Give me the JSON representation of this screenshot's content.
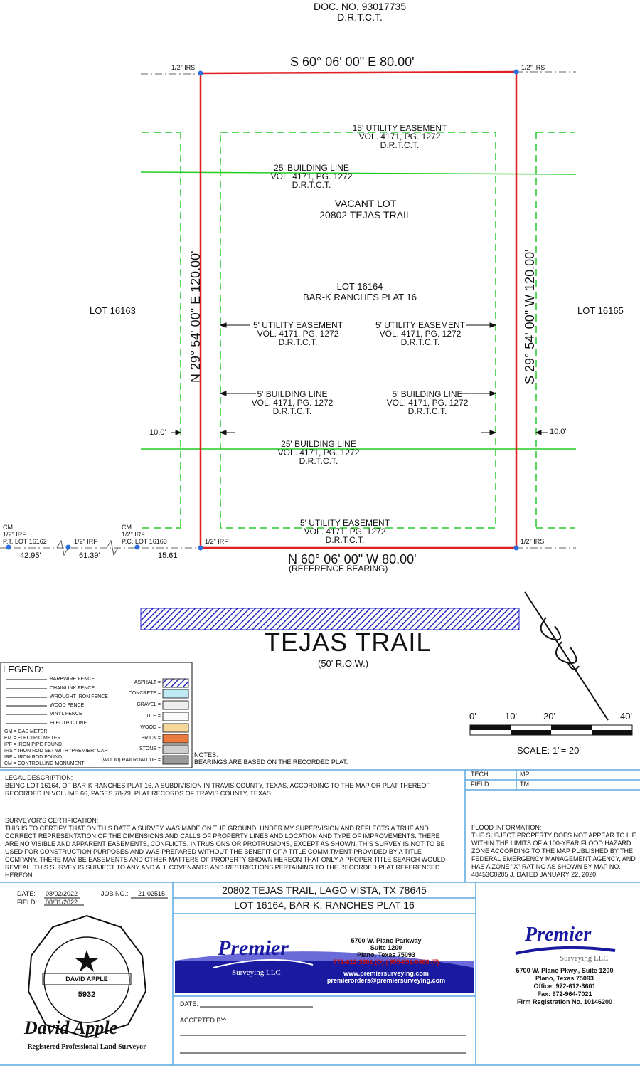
{
  "doc": {
    "line1": "DOC. NO. 93017735",
    "line2": "D.R.T.C.T."
  },
  "bearings": {
    "north": "S 60° 06' 00\" E   80.00'",
    "south": "N 60° 06' 00\" W   80.00'",
    "south_note": "(REFERENCE BEARING)",
    "west": "N 29° 54' 00\" E   120.00'",
    "east": "S 29° 54' 00\" W   120.00'"
  },
  "corners": {
    "nw": "1/2\" IRS",
    "ne": "1/2\" IRS",
    "sw": "1/2\" IRF",
    "se": "1/2\" IRS"
  },
  "easements": {
    "e15": {
      "l1": "15' UTILITY EASEMENT",
      "l2": "VOL. 4171, PG. 1272",
      "l3": "D.R.T.C.T."
    },
    "bl25_top": {
      "l1": "25' BUILDING LINE",
      "l2": "VOL. 4171, PG. 1272",
      "l3": "D.R.T.C.T."
    },
    "ue5_left": {
      "l1": "5' UTILITY EASEMENT",
      "l2": "VOL. 4171, PG. 1272",
      "l3": "D.R.T.C.T."
    },
    "ue5_right": {
      "l1": "5' UTILITY EASEMENT",
      "l2": "VOL. 4171, PG. 1272",
      "l3": "D.R.T.C.T."
    },
    "bl5_left": {
      "l1": "5' BUILDING LINE",
      "l2": "VOL. 4171, PG. 1272",
      "l3": "D.R.T.C.T."
    },
    "bl5_right": {
      "l1": "5' BUILDING LINE",
      "l2": "VOL. 4171, PG. 1272",
      "l3": "D.R.T.C.T."
    },
    "bl25_bottom": {
      "l1": "25' BUILDING LINE",
      "l2": "VOL. 4171, PG. 1272",
      "l3": "D.R.T.C.T."
    },
    "ue5_bottom": {
      "l1": "5' UTILITY EASEMENT",
      "l2": "VOL. 4171, PG. 1272",
      "l3": "D.R.T.C.T."
    }
  },
  "lot": {
    "vacant": "VACANT LOT",
    "address": "20802 TEJAS TRAIL",
    "lot": "LOT 16164",
    "plat": "BAR-K RANCHES PLAT 16"
  },
  "neighbors": {
    "left": "LOT 16163",
    "right": "LOT 16165"
  },
  "offsets": {
    "left": "10.0'",
    "right": "10.0'"
  },
  "monuments": {
    "m1": {
      "l1": "CM",
      "l2": "1/2\" IRF",
      "l3": "P.T. LOT 16162"
    },
    "m2": {
      "l1": "1/2\" IRF"
    },
    "m3": {
      "l1": "CM",
      "l2": "1/2\" IRF",
      "l3": "P.C. LOT 16163"
    },
    "d1": "42.95'",
    "d2": "61.39'",
    "d3": "15.61'"
  },
  "street": {
    "name": "TEJAS TRAIL",
    "row": "(50' R.O.W.)"
  },
  "scale": {
    "ticks": [
      "0'",
      "10'",
      "20'",
      "40'"
    ],
    "label": "SCALE: 1\"= 20'"
  },
  "legend": {
    "title": "LEGEND:",
    "lines": [
      "BARBWIRE FENCE",
      "CHAINLINK FENCE",
      "WROUGHT IRON FENCE",
      "WOOD FENCE",
      "VINYL FENCE",
      "ELECTRIC LINE"
    ],
    "abbrev": [
      "GM = GAS METER",
      "EM = ELECTRIC METER",
      "IPF = IRON PIPE FOUND",
      "IRS = IRON ROD SET WITH \"PREMIER\" CAP",
      "IRF = IRON ROD FOUND",
      "CM = CONTROLLING MONUMENT"
    ],
    "materials": [
      "ASPHALT =",
      "CONCRETE =",
      "GRAVEL =",
      "TILE =",
      "WOOD =",
      "BRICK =",
      "STONE =",
      "(WOOD) RAILROAD TIE ="
    ]
  },
  "notes": {
    "title": "NOTES:",
    "text": "BEARINGS ARE BASED ON THE RECORDED PLAT."
  },
  "legal": {
    "title": "LEGAL DESCRIPTION:",
    "text": "BEING LOT 16164, OF BAR-K RANCHES PLAT 16, A SUBDIVISION IN TRAVIS COUNTY, TEXAS, ACCORDING TO THE MAP OR PLAT THEREOF RECORDED IN VOLUME 66, PAGES 78-79, PLAT RECORDS OF TRAVIS COUNTY, TEXAS."
  },
  "cert": {
    "title": "SURVEYOR'S CERTIFICATION:",
    "text": "THIS IS TO CERTIFY THAT ON THIS DATE A SURVEY WAS MADE ON THE GROUND, UNDER MY SUPERVISION AND REFLECTS A TRUE AND CORRECT REPRESENTATION OF THE DIMENSIONS AND CALLS OF PROPERTY LINES AND LOCATION AND TYPE OF IMPROVEMENTS. THERE ARE NO VISIBLE AND APPARENT EASEMENTS, CONFLICTS, INTRUSIONS OR PROTRUSIONS, EXCEPT AS SHOWN. THIS SURVEY IS NOT TO BE USED FOR CONSTRUCTION PURPOSES AND WAS PREPARED WITHOUT THE BENEFIT OF A TITLE COMMITMENT PROVIDED BY A TITLE COMPANY.  THERE MAY BE EASEMENTS AND OTHER MATTERS OF PROPERTY SHOWN HEREON THAT ONLY A PROPER TITLE SEARCH WOULD REVEAL. THIS SURVEY IS SUBJECT TO ANY AND ALL COVENANTS AND RESTRICTIONS PERTAINING TO THE RECORDED PLAT REFERENCED HEREON."
  },
  "tech": {
    "tech_label": "TECH",
    "tech_val": "MP",
    "field_label": "FIELD",
    "field_val": "TM"
  },
  "flood": {
    "title": "FLOOD INFORMATION:",
    "text": "THE SUBJECT PROPERTY DOES NOT APPEAR TO LIE WITHIN THE LIMITS OF A 100-YEAR FLOOD HAZARD ZONE ACCORDING TO THE MAP PUBLISHED BY THE FEDERAL EMERGENCY MANAGEMENT AGENCY, AND HAS A ZONE \"X\" RATING AS SHOWN BY MAP NO. 48453C0205 J, DATED JANUARY 22, 2020."
  },
  "dates": {
    "date_label": "DATE:",
    "date_val": "08/02/2022",
    "field_label": "FIELD:",
    "field_val": "08/01/2022",
    "job_label": "JOB NO.:",
    "job_val": "21-02515"
  },
  "titleblock": {
    "line1": "20802 TEJAS TRAIL, LAGO VISTA, TX 78645",
    "line2": "LOT 16164, BAR-K, RANCHES PLAT 16"
  },
  "seal": {
    "name": "DAVID  APPLE",
    "number": "5932",
    "signature": "David Apple",
    "caption": "Registered Professional Land Surveyor"
  },
  "banner": {
    "logo": "Premier",
    "logo_sub": "Surveying LLC",
    "addr1": "5700 W. Plano Parkway",
    "addr2": "Suite 1200",
    "addr3": "Plano, Texas 75093",
    "phone": "972-612-3601 (O) | 855-892-0468 (F)",
    "web": "www.premiersurveying.com",
    "email": "premierorders@premiersurveying.com"
  },
  "firm": {
    "logo": "Premier",
    "logo_sub": "Surveying LLC",
    "l1": "5700 W. Plano Pkwy., Suite 1200",
    "l2": "Plano, Texas 75093",
    "l3": "Office: 972-612-3601",
    "l4": "Fax: 972-964-7021",
    "l5": "Firm Registration No. 10146200"
  },
  "accept": {
    "date_label": "DATE:",
    "accepted_label": "ACCEPTED BY:"
  },
  "colors": {
    "boundary": "#e02020",
    "easement": "#22cc22",
    "corner": "#2a6ee0",
    "asphalt": "#3333cc",
    "banner": "#1a1aa0"
  }
}
